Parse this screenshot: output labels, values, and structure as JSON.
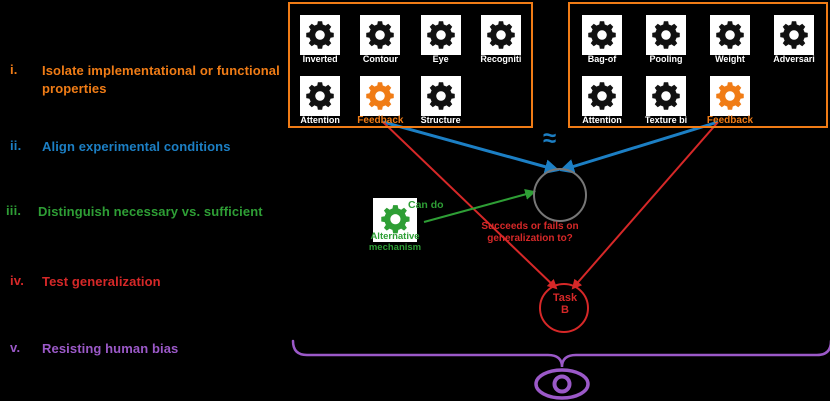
{
  "principles": [
    {
      "numeral": "i.",
      "text": "Isolate implementational or functional properties",
      "color": "#F07C16"
    },
    {
      "numeral": "ii.",
      "text": "Align experimental conditions",
      "color": "#1C7FC4"
    },
    {
      "numeral": "iii.",
      "text": "Distinguish necessary vs. sufficient",
      "color": "#2E9E35"
    },
    {
      "numeral": "iv.",
      "text": "Test generalization",
      "color": "#D62828"
    },
    {
      "numeral": "v.",
      "text": "Resisting human bias",
      "color": "#9B59C8"
    }
  ],
  "panels": {
    "left": {
      "name": "left-condition-panel",
      "border_color": "#F07C16",
      "gears": [
        {
          "label": "Inverted",
          "icon": "gear-icon",
          "highlighted": false
        },
        {
          "label": "Contour",
          "icon": "gear-icon",
          "highlighted": false
        },
        {
          "label": "Eye",
          "icon": "gear-icon",
          "highlighted": false
        },
        {
          "label": "Recogniti",
          "icon": "gear-icon",
          "highlighted": false
        },
        {
          "label": "Attention",
          "icon": "gear-icon",
          "highlighted": false
        },
        {
          "label": "Feedback",
          "icon": "gear-icon",
          "highlighted": true
        },
        {
          "label": "Structure",
          "icon": "gear-icon",
          "highlighted": false
        }
      ]
    },
    "right": {
      "name": "right-condition-panel",
      "border_color": "#F07C16",
      "gears": [
        {
          "label": "Bag-of",
          "icon": "gear-icon",
          "highlighted": false
        },
        {
          "label": "Pooling",
          "icon": "gear-icon",
          "highlighted": false
        },
        {
          "label": "Weight",
          "icon": "gear-icon",
          "highlighted": false
        },
        {
          "label": "Adversari",
          "icon": "gear-icon",
          "highlighted": false
        },
        {
          "label": "Attention",
          "icon": "gear-icon",
          "highlighted": false
        },
        {
          "label": "Texture bi",
          "icon": "gear-icon",
          "highlighted": false
        },
        {
          "label": "Feedback",
          "icon": "gear-icon",
          "highlighted": true
        }
      ]
    }
  },
  "center": {
    "equivalence_symbol": "≈",
    "equivalence_color": "#1C7FC4",
    "target_node": {
      "name": "outcome-circle",
      "label": "",
      "stroke": "#777777"
    },
    "task_node": {
      "label_line1": "Task",
      "label_line2": "B",
      "color": "#D62828"
    }
  },
  "alternative": {
    "label_line1": "Alternative",
    "label_line2": "mechanism",
    "icon": "gear-icon",
    "color": "#2E9E35",
    "edge_label": "Can do"
  },
  "annotations": {
    "generalization": "Succeeds or fails on generalization to?",
    "generalization_color": "#D62828"
  },
  "bias": {
    "icon": "eye-icon",
    "color": "#9B59C8"
  }
}
